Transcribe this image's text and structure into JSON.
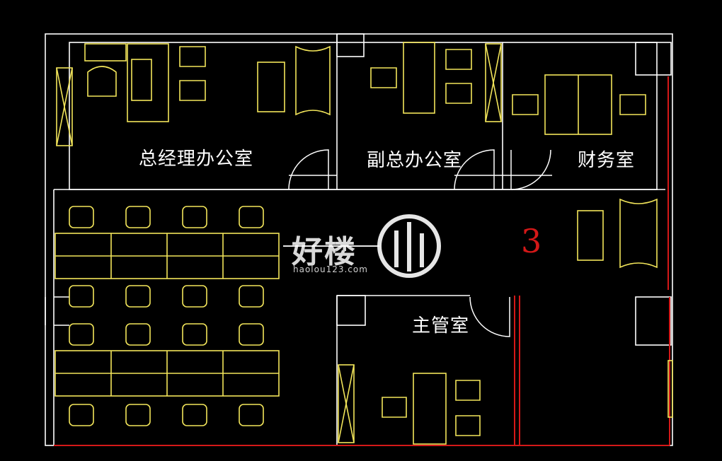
{
  "colors": {
    "background": "#000000",
    "wall": "#ffffff",
    "furniture": "#f2e55a",
    "red_line": "#d41818",
    "label": "#ffffff"
  },
  "rooms": {
    "gm_office": "总经理办公室",
    "deputy_office": "副总办公室",
    "finance_room": "财务室",
    "supervisor_room": "主管室"
  },
  "unit_number": "3",
  "watermark": {
    "brand": "好楼",
    "url": "haolou123.com"
  }
}
